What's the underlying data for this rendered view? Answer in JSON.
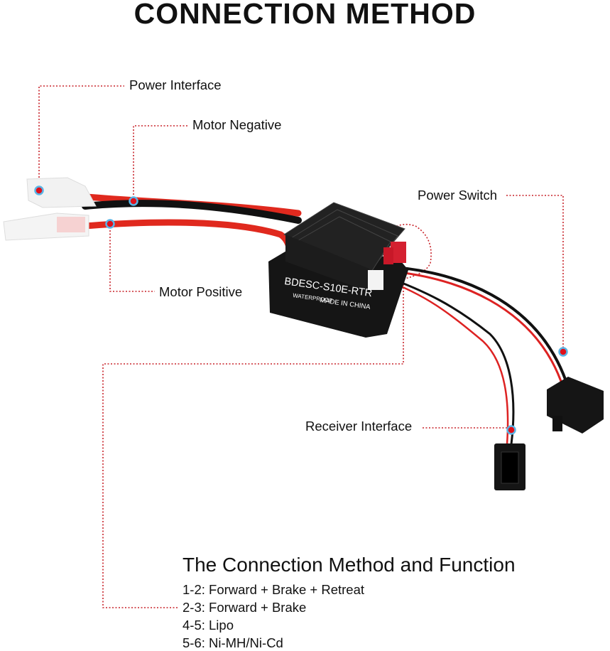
{
  "title": "CONNECTION METHOD",
  "labels": {
    "power_interface": "Power Interface",
    "motor_negative": "Motor Negative",
    "power_switch": "Power Switch",
    "motor_positive": "Motor Positive",
    "receiver_interface": "Receiver Interface"
  },
  "esc": {
    "model": "BDESC-S10E-RTR",
    "waterproof": "WATERPROOF",
    "origin": "MADE IN CHINA"
  },
  "functions": {
    "title": "The Connection Method and Function",
    "items": [
      "1-2: Forward + Brake + Retreat",
      "2-3: Forward + Brake",
      "4-5: Lipo",
      "5-6: Ni-MH/Ni-Cd"
    ]
  },
  "colors": {
    "marker": "#e0101a",
    "marker_ring": "#5ab4e6",
    "leader": "#c8232a",
    "wire_red": "#e0291e",
    "wire_black": "#111111"
  }
}
